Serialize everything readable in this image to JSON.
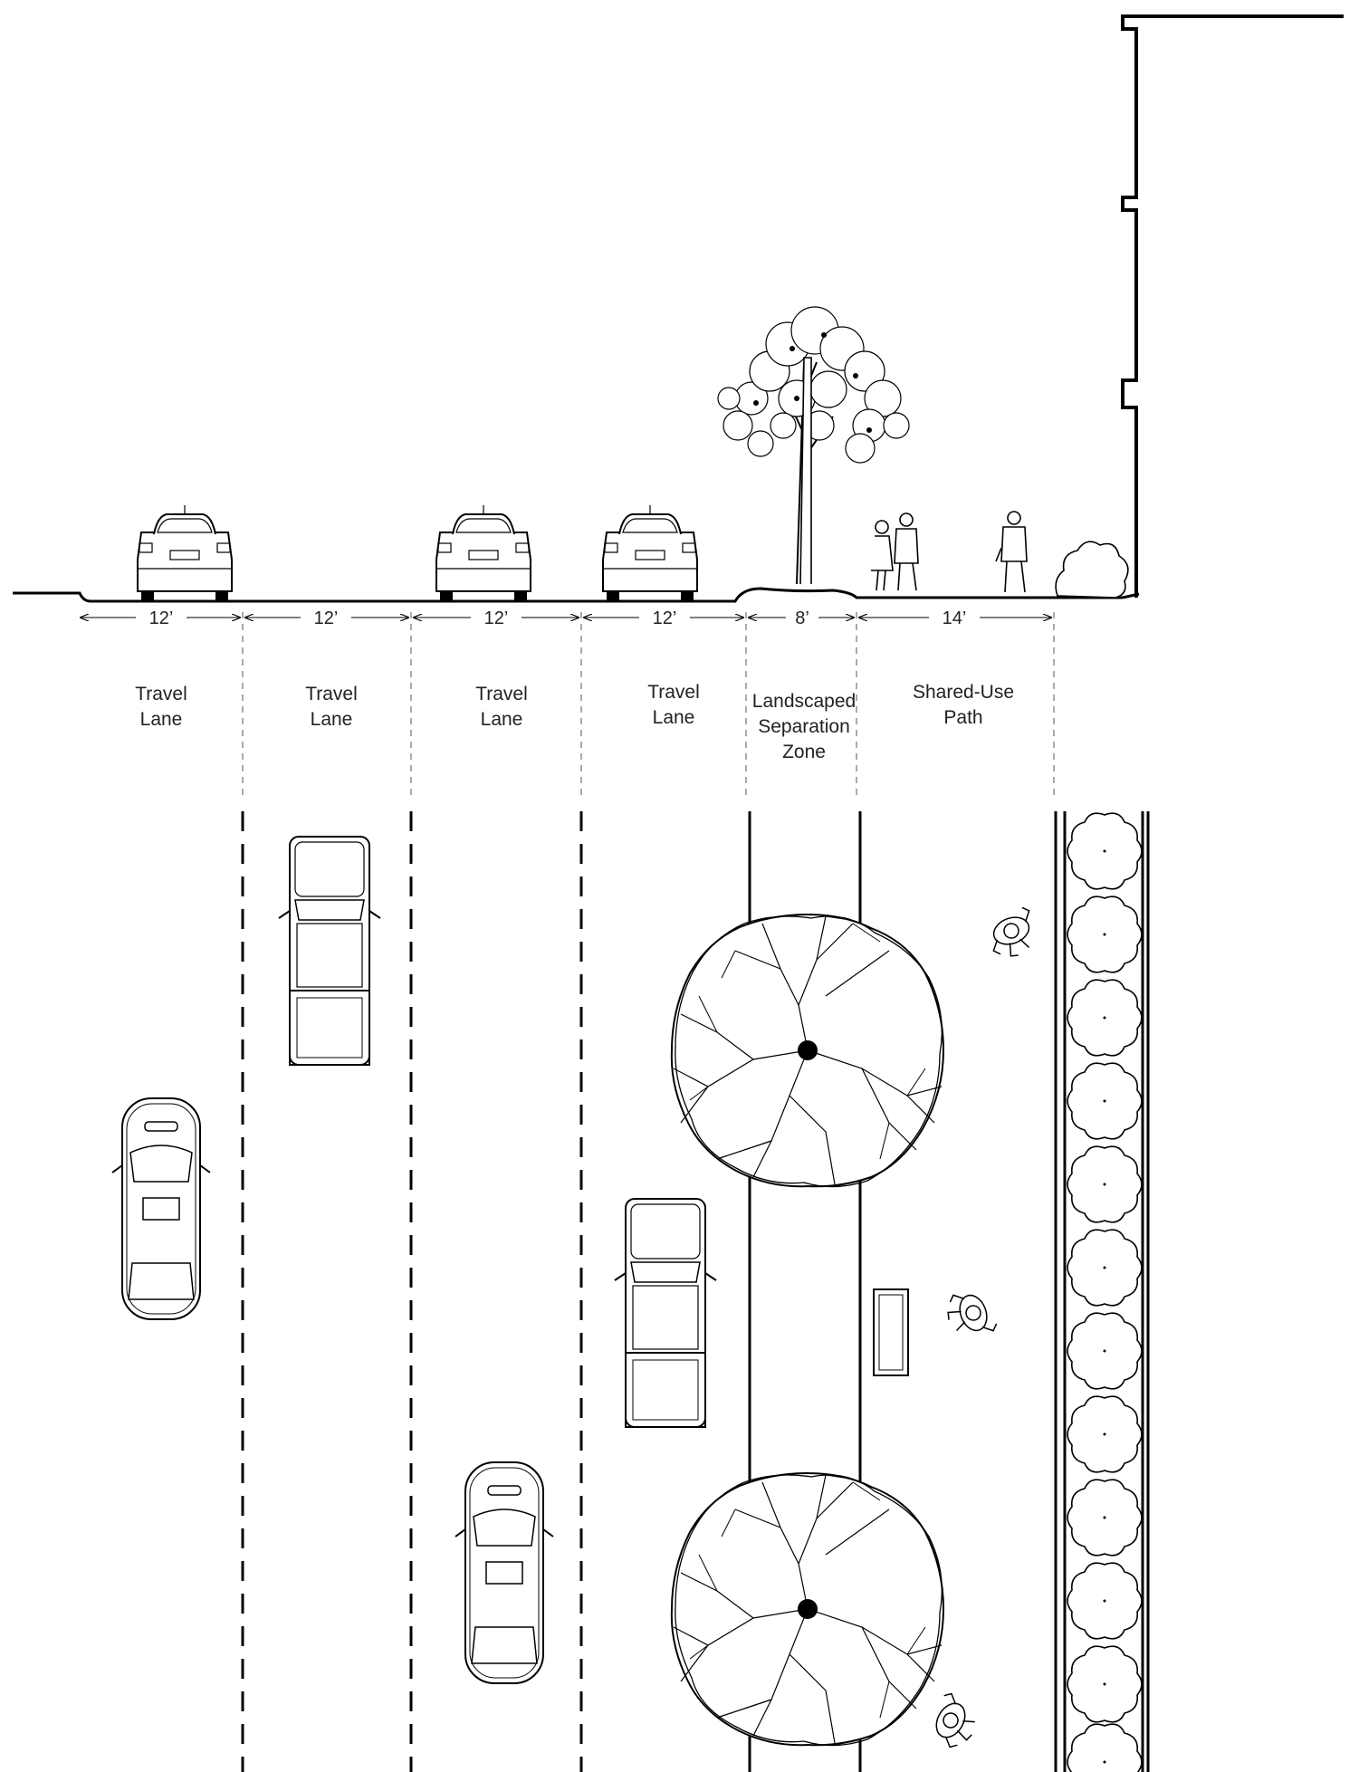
{
  "section": {
    "dimensions": [
      "12’",
      "12’",
      "12’",
      "12’",
      "8’",
      "14’"
    ],
    "zones": [
      {
        "lines": [
          "Travel",
          "Lane"
        ]
      },
      {
        "lines": [
          "Travel",
          "Lane"
        ]
      },
      {
        "lines": [
          "Travel",
          "Lane"
        ]
      },
      {
        "lines": [
          "Travel",
          "Lane"
        ]
      },
      {
        "lines": [
          "Landscaped",
          "Separation",
          "Zone"
        ]
      },
      {
        "lines": [
          "Shared-Use",
          "Path"
        ]
      }
    ]
  }
}
